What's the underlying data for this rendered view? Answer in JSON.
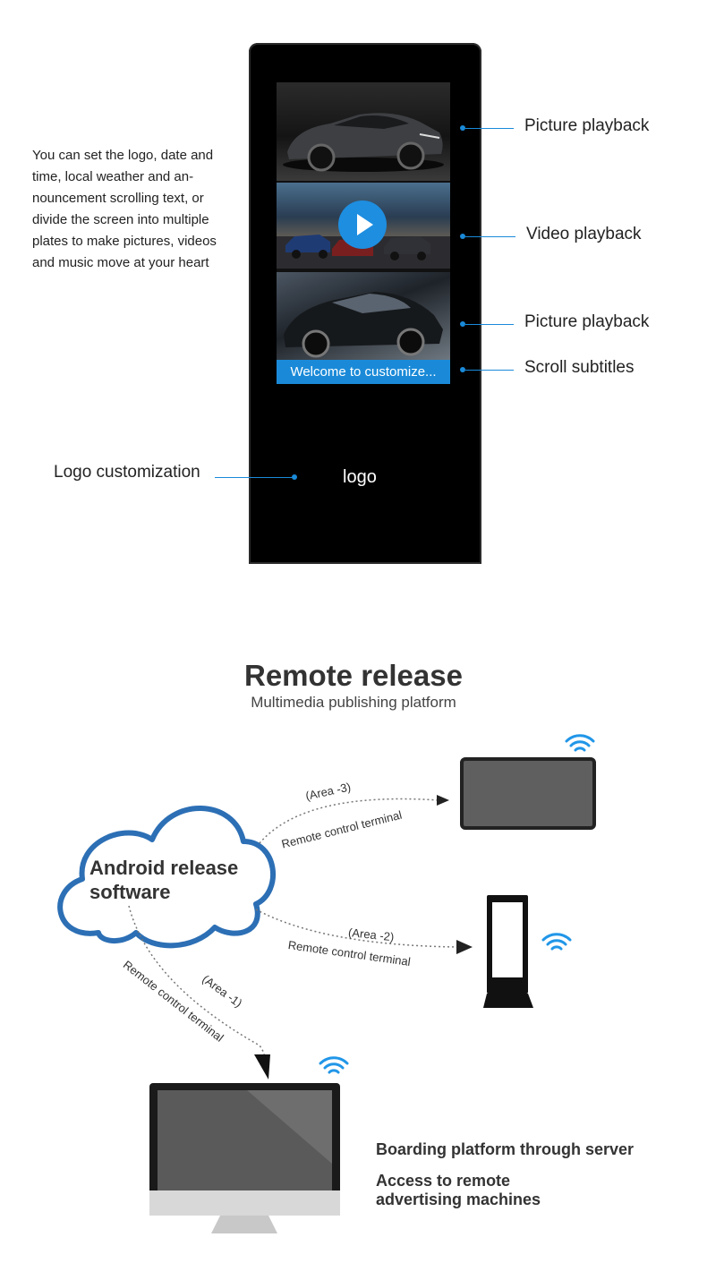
{
  "intro": {
    "lines": [
      "You can set the logo, date and",
      "time, local weather and an-",
      "nouncement scrolling text, or",
      "divide the screen into multiple",
      "plates to make pictures, videos",
      "and music move at your heart"
    ]
  },
  "kiosk": {
    "subtitle_bar": "Welcome to customize...",
    "logo": "logo"
  },
  "callouts": {
    "picture_playback_1": "Picture playback",
    "video_playback": "Video playback",
    "picture_playback_2": "Picture playback",
    "scroll_subtitles": "Scroll subtitles",
    "logo_customization": "Logo customization"
  },
  "remote": {
    "title": "Remote release",
    "subtitle": "Multimedia publishing platform",
    "cloud_line_1": "Android release",
    "cloud_line_2": "software",
    "area_3": "(Area -3)",
    "area_2": "(Area -2)",
    "area_1": "(Area -1)",
    "terminal_label": "Remote control terminal",
    "server_line_1": "Boarding platform through server",
    "server_line_2a": "Access to remote",
    "server_line_2b": "advertising machines"
  },
  "colors": {
    "accent": "#1a8ad8",
    "cloud_stroke": "#2c6fb5",
    "device_gray": "#5f5f5f",
    "wifi": "#2196e8"
  },
  "icons": [
    "play-icon",
    "wifi-icon",
    "cloud-icon",
    "arrow-icon"
  ]
}
